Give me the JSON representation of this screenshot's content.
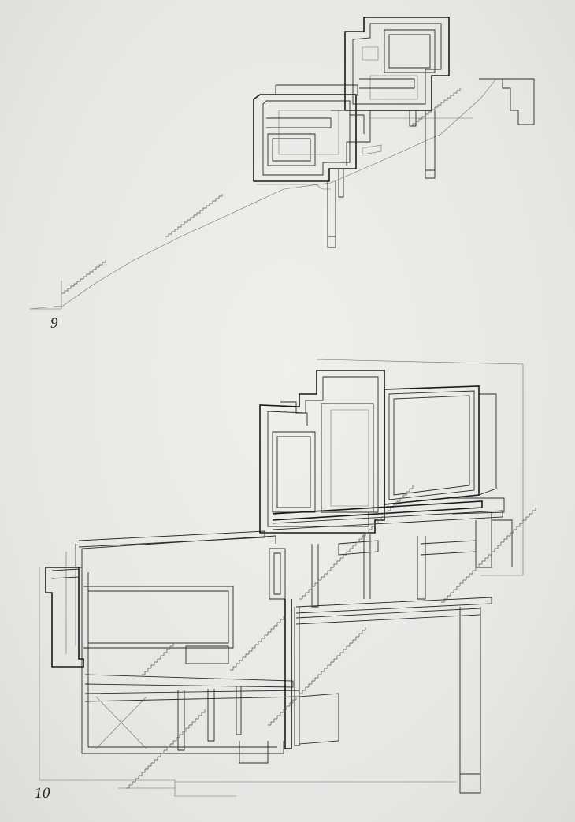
{
  "figures": [
    {
      "id": "fig9",
      "label": "9"
    },
    {
      "id": "fig10",
      "label": "10"
    }
  ]
}
